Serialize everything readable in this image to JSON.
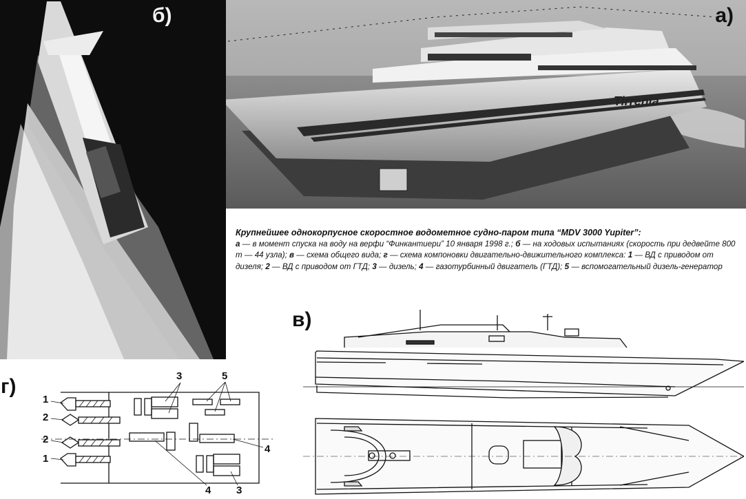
{
  "photo_labels": {
    "a": "а)",
    "b": "б)"
  },
  "hull_livery": "Tirrenia",
  "caption": {
    "title": "Крупнейшее однокорпусное скоростное водометное судно-паром  типа “MDV 3000 Yupiter”:",
    "item_a_key": "а",
    "item_a_text": " — в момент спуска на воду на верфи “Финкантиери” 10 января 1998 г.; ",
    "item_b_key": "б",
    "item_b_text": " — на ходовых испытаниях (скорость при дедвейте 800 т — 44 узла); ",
    "item_v_key": "в",
    "item_v_text": " — схема общего вида; ",
    "item_g_key": "г",
    "item_g_text": " — схема компоновки двигательно-движительного комплекса: ",
    "legend": [
      {
        "key": "1",
        "text": " — ВД с приводом от дизеля; "
      },
      {
        "key": "2",
        "text": " — ВД с приводом от ГТД; "
      },
      {
        "key": "3",
        "text": " — дизель; "
      },
      {
        "key": "4",
        "text": " — газотурбинный двигатель (ГТД); "
      },
      {
        "key": "5",
        "text": " — вспомогательный дизель-генератор"
      }
    ]
  },
  "diagram_labels": {
    "v": "в)",
    "g": "г)"
  },
  "layout_numbers": {
    "left_1_top": "1",
    "left_2_top": "2",
    "left_2_bottom": "2",
    "left_1_bottom": "1",
    "top_3": "3",
    "top_5": "5",
    "right_4": "4",
    "bottom_4": "4",
    "bottom_3": "3"
  },
  "colors": {
    "ink": "#111111",
    "sea": "#8a8a8a",
    "photo_dark": "#0d0d0d"
  }
}
